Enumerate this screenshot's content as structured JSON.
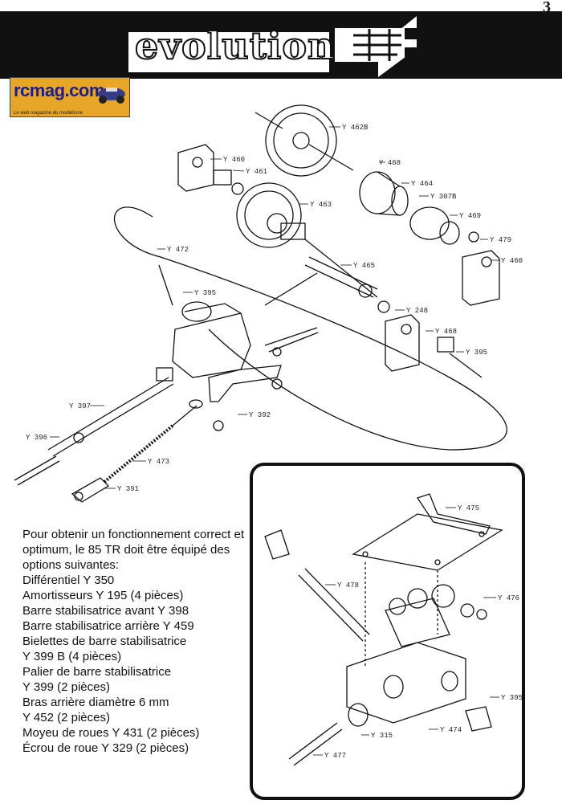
{
  "page_number": "3",
  "header": {
    "title": "evolution"
  },
  "badge": {
    "name": "rcmag.com",
    "tagline": "Le web magazine du modélisme"
  },
  "part_labels": {
    "y462b": "Y 462B",
    "y460a": "Y 460",
    "y461": "Y 461",
    "y468a": "Y 468",
    "y464": "Y 464",
    "y307b": "Y 307B",
    "y463": "Y 463",
    "y469": "Y 469",
    "y479": "Y 479",
    "y460b": "Y 460",
    "y472": "Y 472",
    "y465": "Y 465",
    "y395a": "Y 395",
    "y248": "Y 248",
    "y468b": "Y 468",
    "y395b": "Y 395",
    "y397": "Y 397",
    "y392": "Y 392",
    "y396": "Y 396",
    "y473": "Y 473",
    "y391": "Y 391"
  },
  "inset_labels": {
    "y475": "Y 475",
    "y478": "Y 478",
    "y476": "Y 476",
    "y395": "Y 395",
    "y315": "Y 315",
    "y474": "Y 474",
    "y477": "Y 477"
  },
  "options": {
    "intro": "Pour obtenir un fonctionnement correct et optimum, le 85 TR doit être équipé des options suivantes:",
    "items": [
      "Différentiel Y 350",
      "Amortisseurs Y 195 (4 pièces)",
      "Barre stabilisatrice avant Y 398",
      "Barre stabilisatrice arrière Y 459",
      "Bielettes de barre stabilisatrice",
      "Y 399 B (4 pièces)",
      "Palier de barre stabilisatrice",
      "Y 399 (2 pièces)",
      "Bras arrière diamètre 6 mm",
      "Y 452 (2 pièces)",
      "Moyeu de roues Y 431 (2 pièces)",
      "Écrou de roue Y 329 (2 pièces)"
    ]
  }
}
